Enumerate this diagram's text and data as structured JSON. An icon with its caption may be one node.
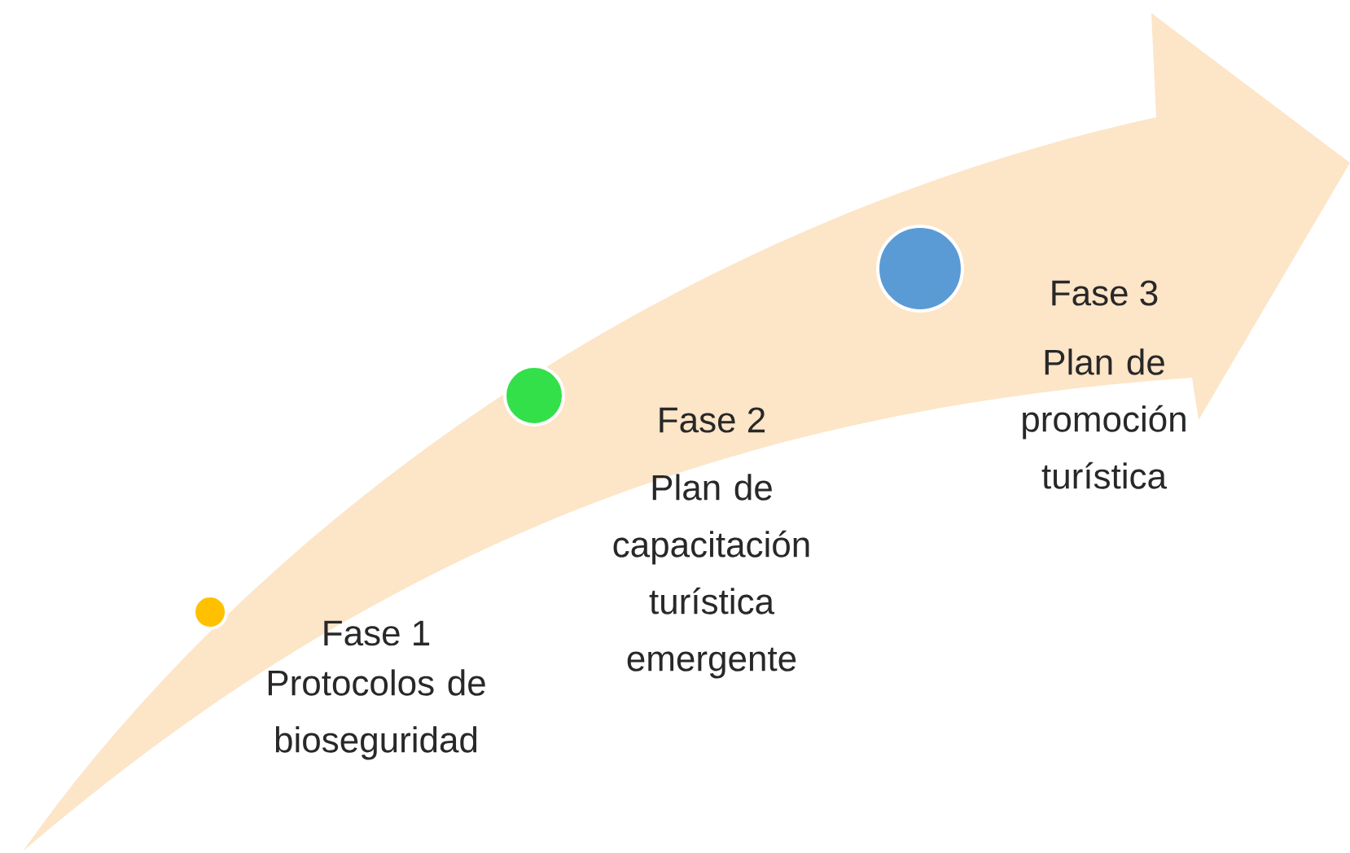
{
  "diagram": {
    "nodes": [
      {
        "text": [],
        "shape": "circle",
        "beside": [
          "Fase 1",
          "Protocolos de bioseguridad"
        ]
      },
      {
        "text": [],
        "shape": "circle",
        "beside": [
          "Fase 2",
          "Plan de capacitación turística emergente"
        ]
      },
      {
        "text": [],
        "shape": "circle",
        "beside": [
          "Fase 3",
          "Plan de promoción turística"
        ]
      }
    ]
  }
}
